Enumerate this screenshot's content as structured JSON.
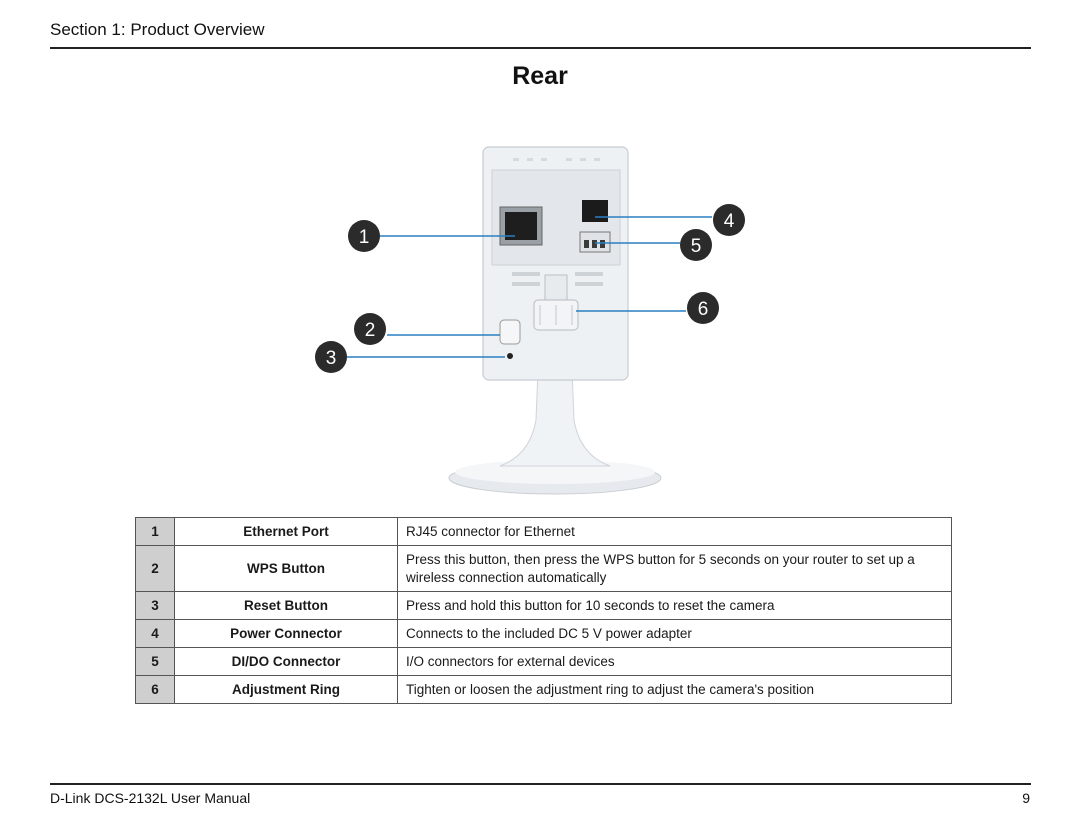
{
  "header": {
    "section": "Section 1: Product Overview"
  },
  "title": "Rear",
  "callouts": [
    "1",
    "2",
    "3",
    "4",
    "5",
    "6"
  ],
  "colors": {
    "leader_line": "#2a7fc1",
    "callout_fill": "#2b2b2b",
    "rule": "#222222",
    "num_cell": "#cfcfcf"
  },
  "table": {
    "rows": [
      {
        "num": "1",
        "name": "Ethernet Port",
        "desc": "RJ45 connector for Ethernet"
      },
      {
        "num": "2",
        "name": "WPS Button",
        "desc": "Press this button, then press the WPS button for 5 seconds on your router to set up a wireless connection automatically"
      },
      {
        "num": "3",
        "name": "Reset Button",
        "desc": "Press and hold this button for 10 seconds to reset the camera"
      },
      {
        "num": "4",
        "name": "Power Connector",
        "desc": "Connects to the included DC 5 V power adapter"
      },
      {
        "num": "5",
        "name": "DI/DO Connector",
        "desc": "I/O connectors for external devices"
      },
      {
        "num": "6",
        "name": "Adjustment Ring",
        "desc": "Tighten or loosen the adjustment ring to adjust the camera's position"
      }
    ]
  },
  "footer": {
    "manual": "D-Link DCS-2132L User Manual",
    "page": "9"
  }
}
